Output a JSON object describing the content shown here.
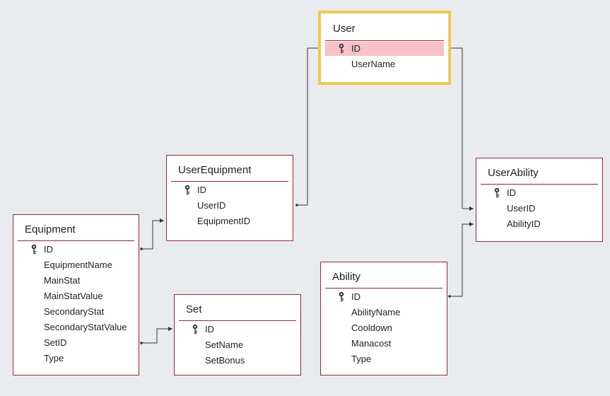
{
  "tables": {
    "user": {
      "title": "User",
      "fields": [
        {
          "name": "ID",
          "key": true
        },
        {
          "name": "UserName",
          "key": false
        }
      ]
    },
    "user_equipment": {
      "title": "UserEquipment",
      "fields": [
        {
          "name": "ID",
          "key": true
        },
        {
          "name": "UserID",
          "key": false
        },
        {
          "name": "EquipmentID",
          "key": false
        }
      ]
    },
    "user_ability": {
      "title": "UserAbility",
      "fields": [
        {
          "name": "ID",
          "key": true
        },
        {
          "name": "UserID",
          "key": false
        },
        {
          "name": "AbilityID",
          "key": false
        }
      ]
    },
    "equipment": {
      "title": "Equipment",
      "fields": [
        {
          "name": "ID",
          "key": true
        },
        {
          "name": "EquipmentName",
          "key": false
        },
        {
          "name": "MainStat",
          "key": false
        },
        {
          "name": "MainStatValue",
          "key": false
        },
        {
          "name": "SecondaryStat",
          "key": false
        },
        {
          "name": "SecondaryStatValue",
          "key": false
        },
        {
          "name": "SetID",
          "key": false
        },
        {
          "name": "Type",
          "key": false
        }
      ]
    },
    "set": {
      "title": "Set",
      "fields": [
        {
          "name": "ID",
          "key": true
        },
        {
          "name": "SetName",
          "key": false
        },
        {
          "name": "SetBonus",
          "key": false
        }
      ]
    },
    "ability": {
      "title": "Ability",
      "fields": [
        {
          "name": "ID",
          "key": true
        },
        {
          "name": "AbilityName",
          "key": false
        },
        {
          "name": "Cooldown",
          "key": false
        },
        {
          "name": "Manacost",
          "key": false
        },
        {
          "name": "Type",
          "key": false
        }
      ]
    }
  },
  "selected_table": "user",
  "colors": {
    "background": "#e9ecef",
    "table_border": "#9b2335",
    "selection_border": "#f2c94c",
    "selected_field": "#f7c1c5",
    "connector": "#333333"
  },
  "icons": {
    "primary_key": "key-icon"
  }
}
